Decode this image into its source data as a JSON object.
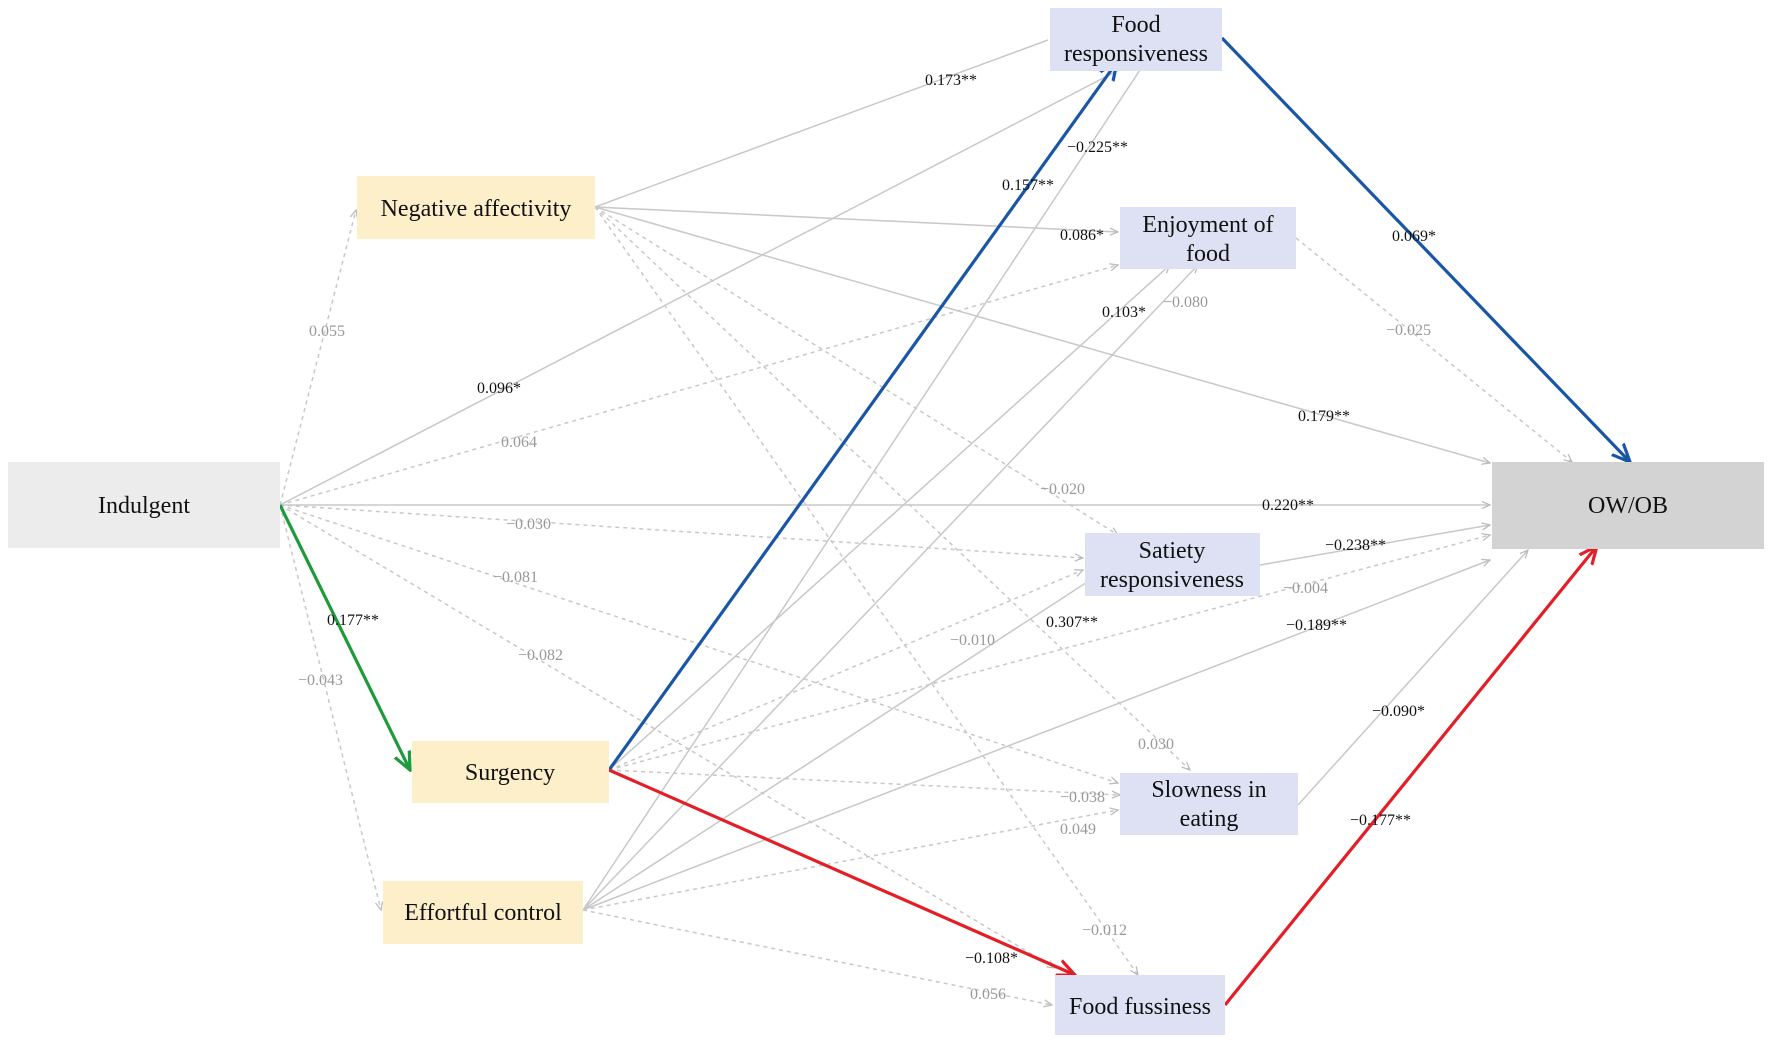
{
  "nodes": {
    "indulgent": {
      "label": "Indulgent"
    },
    "negative_affectivity": {
      "label": "Negative affectivity"
    },
    "surgency": {
      "label": "Surgency"
    },
    "effortful_control": {
      "label": "Effortful control"
    },
    "food_responsiveness": {
      "line1": "Food",
      "line2": "responsiveness"
    },
    "enjoyment_of_food": {
      "line1": "Enjoyment of",
      "line2": "food"
    },
    "satiety_responsiveness": {
      "line1": "Satiety",
      "line2": "responsiveness"
    },
    "slowness_in_eating": {
      "line1": "Slowness in",
      "line2": "eating"
    },
    "food_fussiness": {
      "label": "Food fussiness"
    },
    "ow_ob": {
      "label": "OW/OB"
    }
  },
  "colors": {
    "temperament_fill": "#fdefc9",
    "eating_fill": "#dde1f3",
    "indulgent_fill": "#ececec",
    "outcome_fill": "#d3d3d3",
    "path_grey": "#c8c8c8",
    "path_blue": "#1a56a6",
    "path_red": "#e41e26",
    "path_green": "#1d9a3a"
  },
  "paths": [
    {
      "from": "Indulgent",
      "to": "Negative affectivity",
      "coef": "0.055",
      "significant": false
    },
    {
      "from": "Indulgent",
      "to": "Food responsiveness",
      "coef": "0.096*",
      "significant": true
    },
    {
      "from": "Indulgent",
      "to": "Enjoyment of food",
      "coef": "0.064",
      "significant": false
    },
    {
      "from": "Indulgent",
      "to": "OW/OB",
      "coef": "0.220**",
      "significant": true
    },
    {
      "from": "Indulgent",
      "to": "Satiety responsiveness",
      "coef": "−0.030",
      "significant": false
    },
    {
      "from": "Indulgent",
      "to": "Slowness in eating",
      "coef": "−0.081",
      "significant": false
    },
    {
      "from": "Indulgent",
      "to": "Food fussiness",
      "coef": "−0.082",
      "significant": false
    },
    {
      "from": "Indulgent",
      "to": "Surgency",
      "coef": "0.177**",
      "significant": true,
      "highlight": "green"
    },
    {
      "from": "Indulgent",
      "to": "Effortful control",
      "coef": "−0.043",
      "significant": false
    },
    {
      "from": "Negative affectivity",
      "to": "Food responsiveness",
      "coef": "0.173**",
      "significant": true
    },
    {
      "from": "Negative affectivity",
      "to": "Enjoyment of food",
      "coef": "0.086*",
      "significant": true
    },
    {
      "from": "Negative affectivity",
      "to": "OW/OB",
      "coef": "0.179**",
      "significant": true
    },
    {
      "from": "Negative affectivity",
      "to": "Satiety responsiveness",
      "coef": "−0.020",
      "significant": false
    },
    {
      "from": "Negative affectivity",
      "to": "Slowness in eating",
      "coef": "0.030",
      "significant": false
    },
    {
      "from": "Negative affectivity",
      "to": "Food fussiness",
      "coef": "−0.012",
      "significant": false
    },
    {
      "from": "Surgency",
      "to": "Food responsiveness",
      "coef": "0.157**",
      "significant": true,
      "highlight": "blue"
    },
    {
      "from": "Surgency",
      "to": "Enjoyment of food",
      "coef": "0.103*",
      "significant": true
    },
    {
      "from": "Surgency",
      "to": "Satiety responsiveness",
      "coef": "−0.010",
      "significant": false
    },
    {
      "from": "Surgency",
      "to": "Slowness in eating",
      "coef": "−0.038",
      "significant": false
    },
    {
      "from": "Surgency",
      "to": "Food fussiness",
      "coef": "−0.108*",
      "significant": true,
      "highlight": "red"
    },
    {
      "from": "Surgency",
      "to": "OW/OB",
      "coef": "−0.004",
      "significant": false
    },
    {
      "from": "Effortful control",
      "to": "Food responsiveness",
      "coef": "−0.225**",
      "significant": true
    },
    {
      "from": "Effortful control",
      "to": "Enjoyment of food",
      "coef": "−0.080",
      "significant": false
    },
    {
      "from": "Effortful control",
      "to": "Satiety responsiveness",
      "coef": "0.307**",
      "significant": true
    },
    {
      "from": "Effortful control",
      "to": "Slowness in eating",
      "coef": "0.049",
      "significant": false
    },
    {
      "from": "Effortful control",
      "to": "Food fussiness",
      "coef": "0.056",
      "significant": false
    },
    {
      "from": "Effortful control",
      "to": "OW/OB",
      "coef": "−0.189**",
      "significant": true
    },
    {
      "from": "Food responsiveness",
      "to": "OW/OB",
      "coef": "0.069*",
      "significant": true,
      "highlight": "blue"
    },
    {
      "from": "Enjoyment of food",
      "to": "OW/OB",
      "coef": "−0.025",
      "significant": false
    },
    {
      "from": "Satiety responsiveness",
      "to": "OW/OB",
      "coef": "−0.238**",
      "significant": true
    },
    {
      "from": "Slowness in eating",
      "to": "OW/OB",
      "coef": "−0.090*",
      "significant": true
    },
    {
      "from": "Food fussiness",
      "to": "OW/OB",
      "coef": "−0.177**",
      "significant": true,
      "highlight": "red"
    }
  ]
}
